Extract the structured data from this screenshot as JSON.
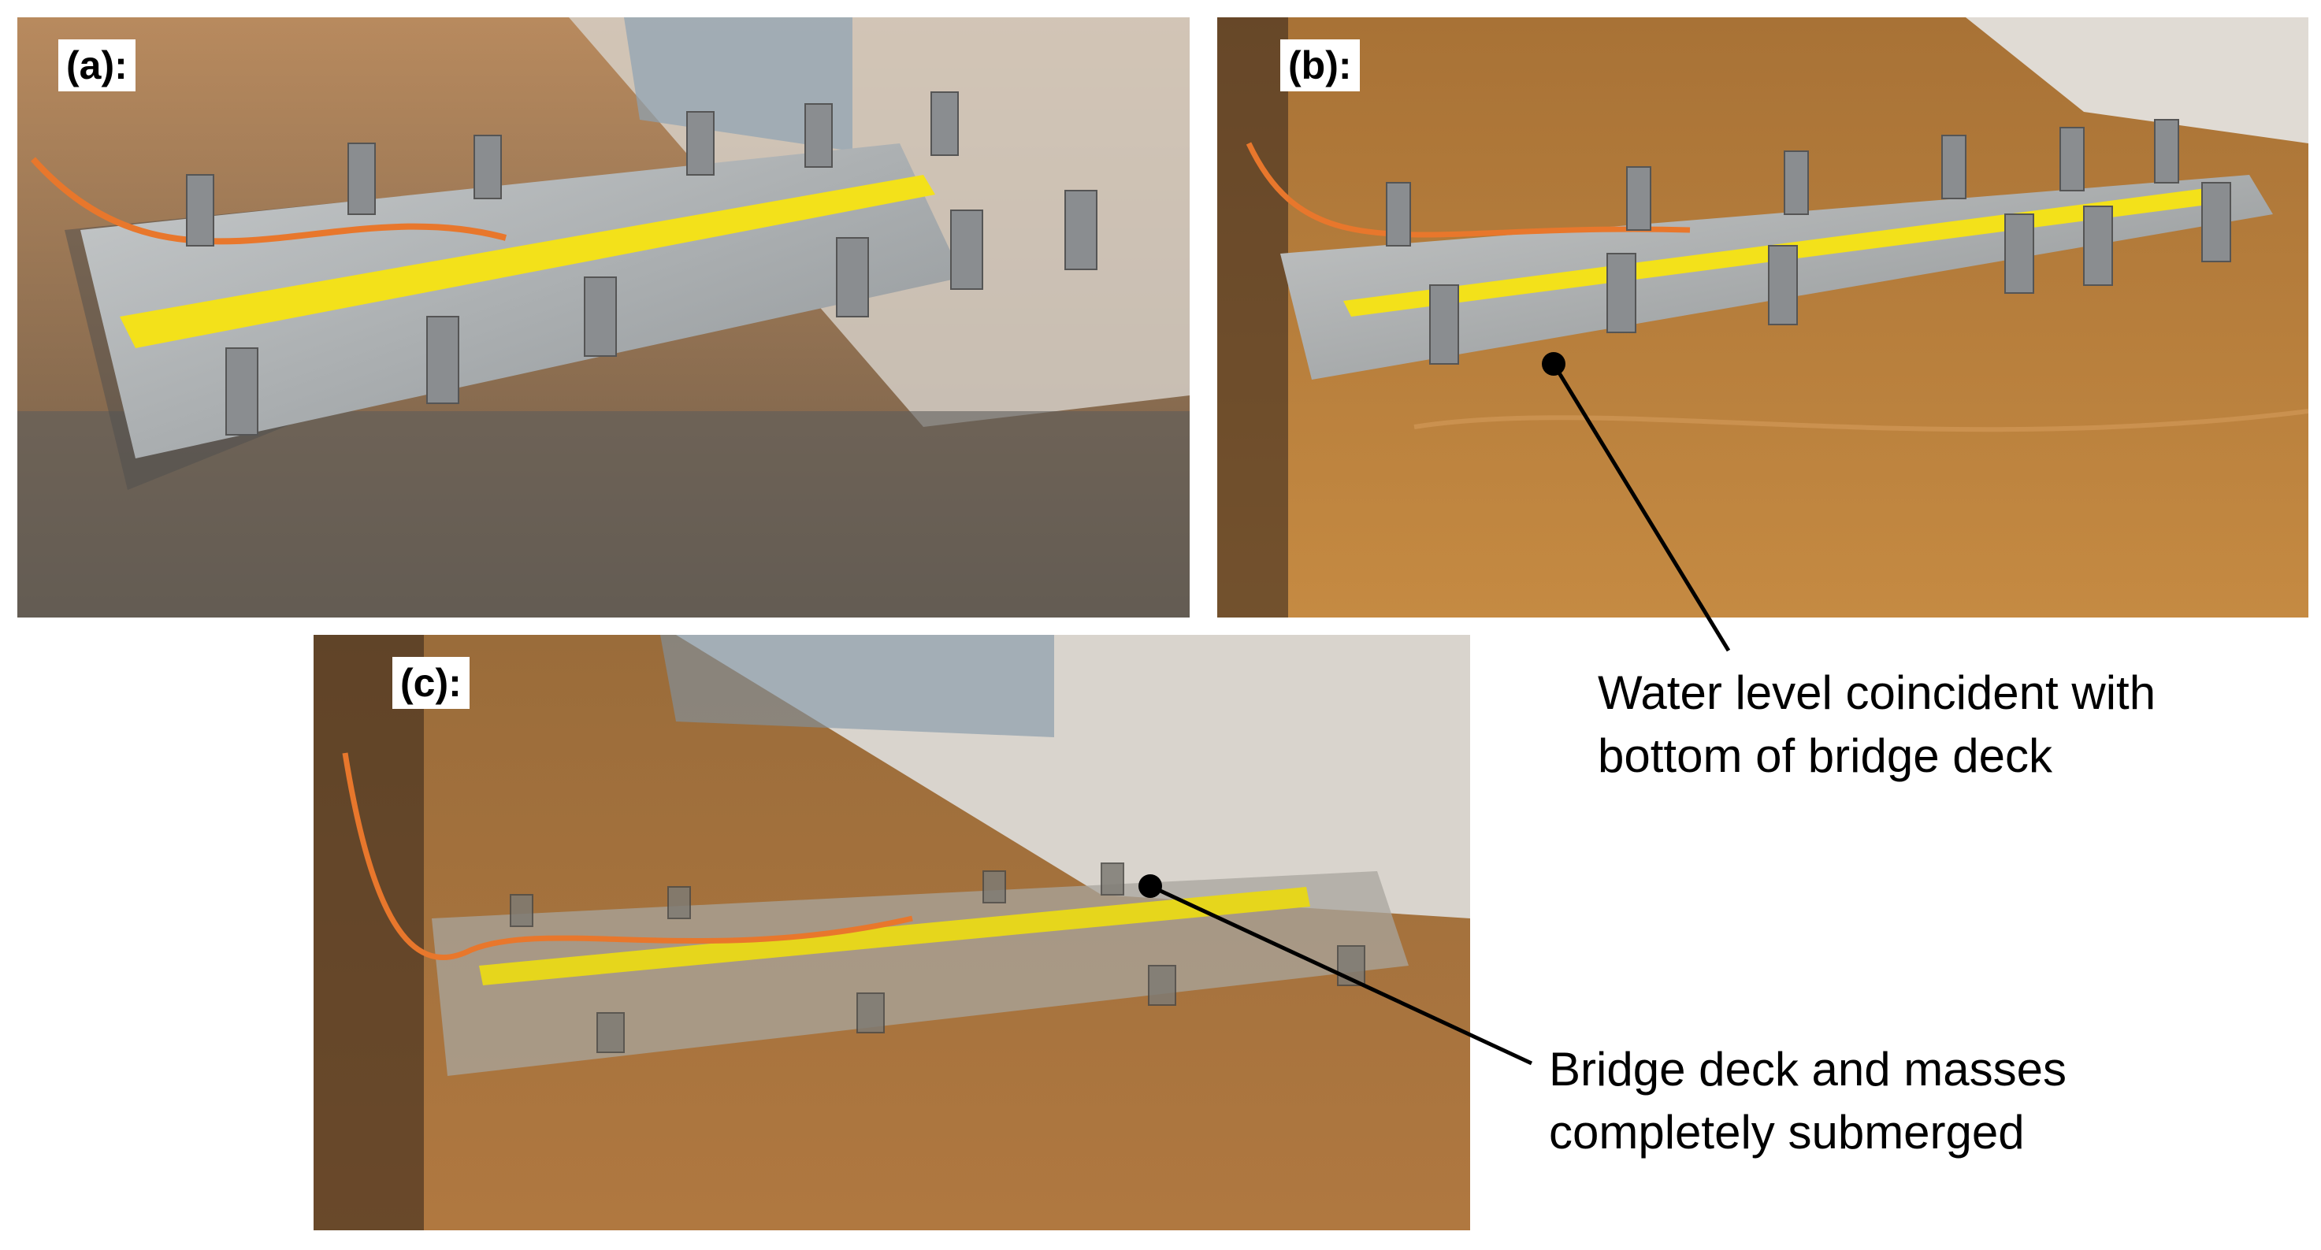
{
  "panels": [
    {
      "id": "a",
      "label": "(a):"
    },
    {
      "id": "b",
      "label": "(b):"
    },
    {
      "id": "c",
      "label": "(c):"
    }
  ],
  "annotations": {
    "b": {
      "line1": "Water level coincident with",
      "line2": "bottom of bridge deck"
    },
    "c": {
      "line1": "Bridge deck and masses",
      "line2": "completely submerged"
    }
  },
  "colors": {
    "water": "#b67a38",
    "deck": "#a9adb0",
    "tape": "#f3e11a",
    "cable": "#e8772c"
  }
}
